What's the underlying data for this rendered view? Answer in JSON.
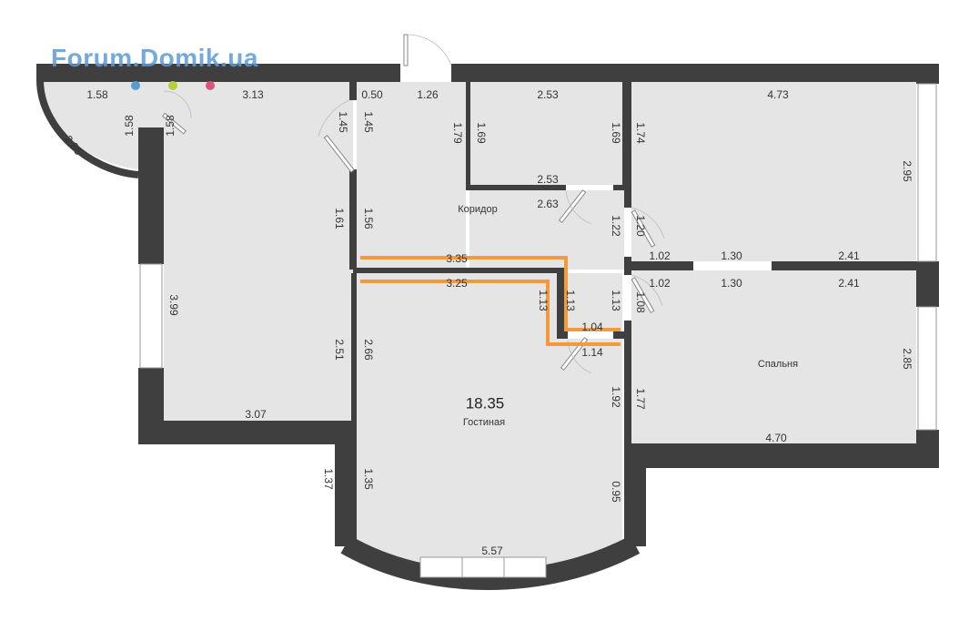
{
  "logo": {
    "text": "Forum.Domik.ua"
  },
  "rooms": {
    "corridor": "Коридор",
    "living": "Гостиная",
    "living_area": "18.35",
    "bedroom": "Спальня"
  },
  "dimensions": {
    "balcony_top": "1.58",
    "balcony_side": "1.58",
    "balcony_arc": "2.85",
    "balcony_door": "1.58",
    "left_room_top": "3.13",
    "left_room_left": "3.99",
    "left_room_right_upper": "1.61",
    "left_room_right_lower": "2.51",
    "left_room_bottom": "3.07",
    "entry_small": "0.50",
    "entry_door": "1.26",
    "entry_left_a": "1.45",
    "entry_left_b": "1.45",
    "corridor_left_top": "1.79",
    "corridor_left_mid": "1.56",
    "bath_top": "2.53",
    "bath_left": "1.69",
    "bath_right": "1.69",
    "bath_bottom": "2.53",
    "corridor_bottom": "2.63",
    "corridor_door_a": "1.22",
    "corridor_door_b": "1.20",
    "route_upper": "3.35",
    "route_lower": "3.25",
    "route_vert_a": "1.13",
    "route_vert_b": "1.13",
    "route_vert_c": "1.13",
    "hall_bottom_a": "1.04",
    "hall_bottom_b": "1.14",
    "right_top_top": "4.73",
    "right_top_left": "1.74",
    "right_top_right": "2.95",
    "split_a_top": "1.02",
    "split_b_top": "1.30",
    "split_c_top": "2.41",
    "split_a_bottom": "1.02",
    "split_b_bottom": "1.30",
    "split_c_bottom": "2.41",
    "bedroom_door": "1.08",
    "bedroom_left": "1.77",
    "bedroom_right": "2.85",
    "bedroom_bottom": "4.70",
    "living_left": "2.66",
    "living_right": "1.92",
    "living_left_lower": "1.35",
    "living_right_lower": "0.95",
    "living_bottom": "5.57",
    "bay_outer": "1.37"
  },
  "colors": {
    "wall": "#3f3f3f",
    "floor": "#e5e5e5",
    "route": "#f39a3c",
    "logo": "#5b9bd5",
    "dot_blue": "#5b9bd5",
    "dot_green": "#b5cf3a",
    "dot_pink": "#d9557c"
  }
}
